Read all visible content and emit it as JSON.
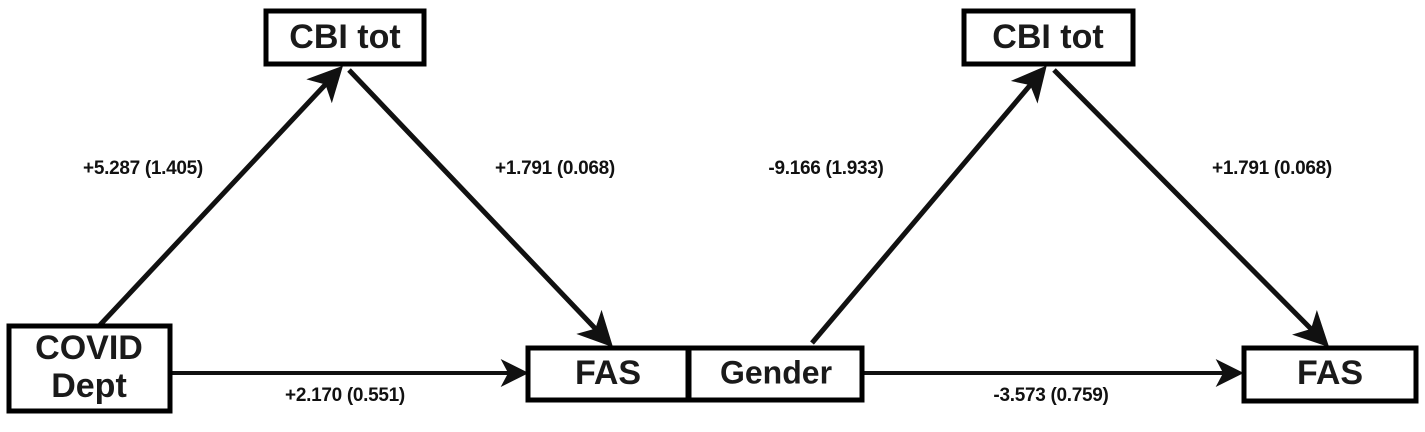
{
  "diagram": {
    "type": "mediation-path-diagram",
    "panels": [
      {
        "name": "left-panel",
        "predictor": "COVID Dept",
        "mediator": "CBI tot",
        "outcome": "FAS",
        "paths": {
          "a_label": "+5.287 (1.405)",
          "b_label": "+1.791 (0.068)",
          "c_label": "+2.170 (0.551)"
        }
      },
      {
        "name": "right-panel",
        "predictor": "Gender",
        "mediator": "CBI tot",
        "outcome": "FAS",
        "paths": {
          "a_label": "-9.166 (1.933)",
          "b_label": "+1.791 (0.068)",
          "c_label": "-3.573 (0.759)"
        }
      }
    ],
    "nodes": {
      "cbi_left": {
        "label": "CBI tot"
      },
      "cbi_right": {
        "label": "CBI tot"
      },
      "covid_dept": {
        "label_line1": "COVID",
        "label_line2": "Dept"
      },
      "fas_left": {
        "label": "FAS"
      },
      "gender": {
        "label": "Gender"
      },
      "fas_right": {
        "label": "FAS"
      }
    },
    "colors": {
      "box_fill": "#ffffff",
      "stroke": "#000000",
      "text": "#1a1a1a",
      "background": "#ffffff"
    }
  }
}
